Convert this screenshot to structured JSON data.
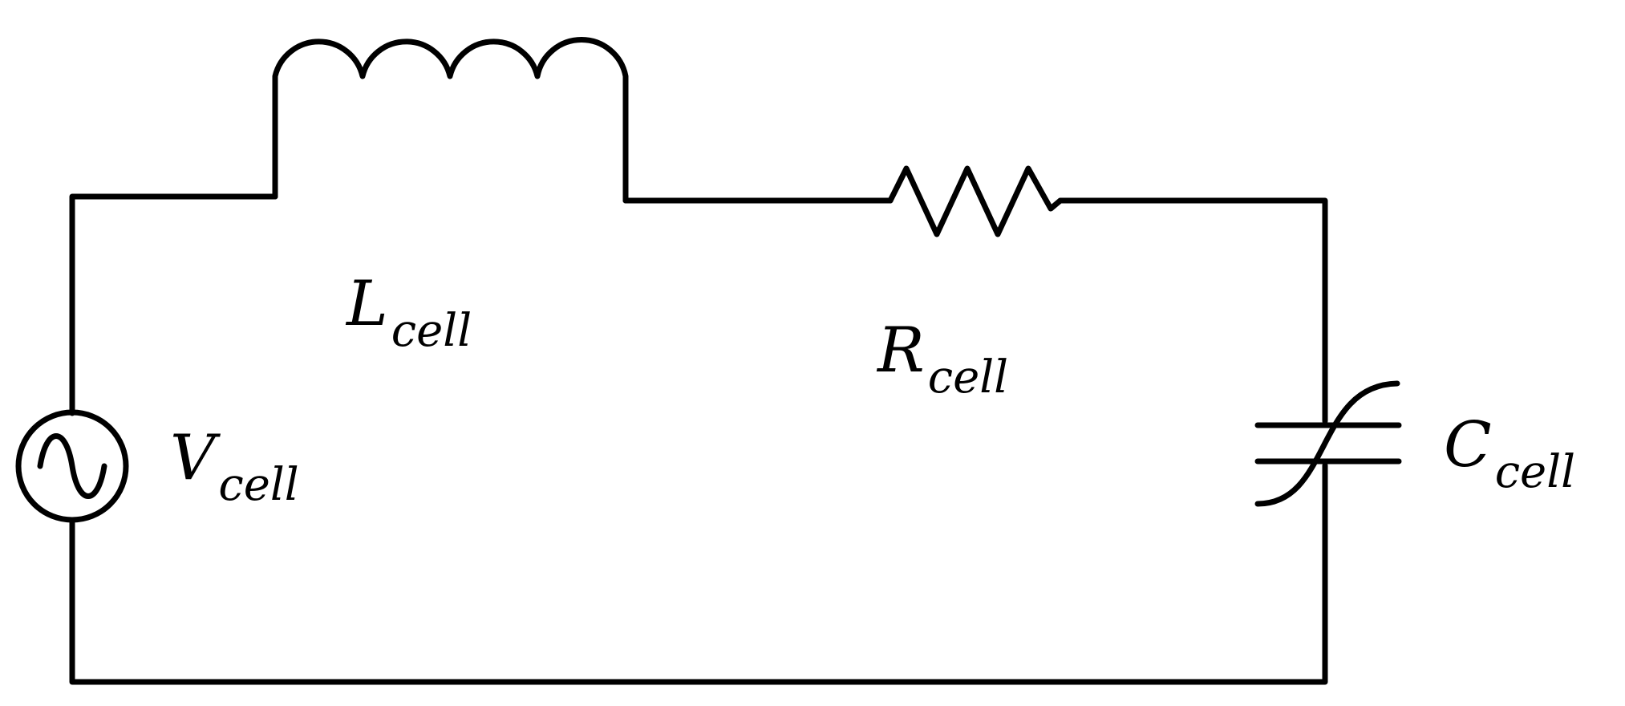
{
  "diagram": {
    "components": {
      "inductor": {
        "symbol": "L",
        "subscript": "cell"
      },
      "resistor": {
        "symbol": "R",
        "subscript": "cell"
      },
      "source": {
        "symbol": "V",
        "subscript": "cell"
      },
      "capacitor": {
        "symbol": "C",
        "subscript": "cell"
      }
    }
  },
  "colors": {
    "stroke": "#000000",
    "background": "#ffffff"
  }
}
